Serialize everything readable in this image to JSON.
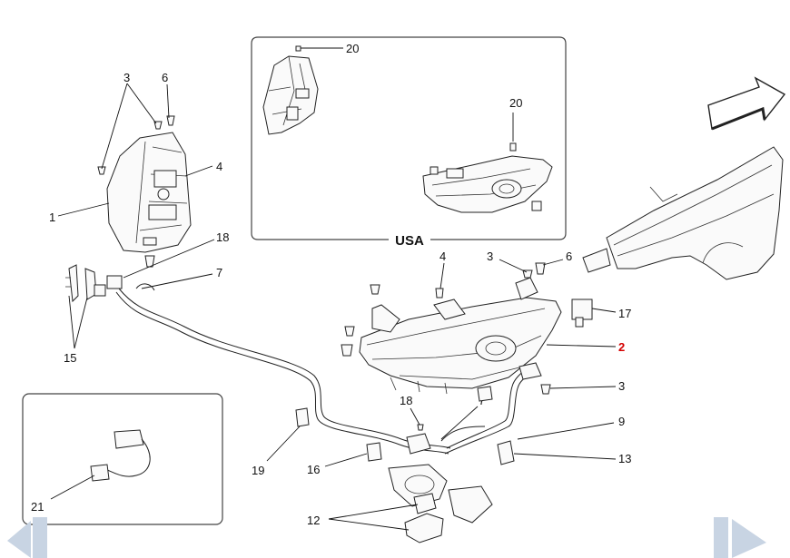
{
  "inset_usa": {
    "title": "USA"
  },
  "callouts": {
    "c1": "1",
    "c2": "2",
    "c3a": "3",
    "c3b": "3",
    "c3c": "3",
    "c4a": "4",
    "c4b": "4",
    "c6a": "6",
    "c6b": "6",
    "c7a": "7",
    "c7b": "7",
    "c9": "9",
    "c12": "12",
    "c13": "13",
    "c15": "15",
    "c16": "16",
    "c17": "17",
    "c18a": "18",
    "c18b": "18",
    "c19": "19",
    "c20a": "20",
    "c20b": "20",
    "c21": "21"
  },
  "colors": {
    "highlight": "#d40000",
    "nav": "#c8d4e3",
    "line": "#222222"
  },
  "nav": {
    "prev_icon": "chevron-left-icon",
    "next_icon": "chevron-right-icon"
  },
  "direction_icon": "direction-arrow-icon"
}
